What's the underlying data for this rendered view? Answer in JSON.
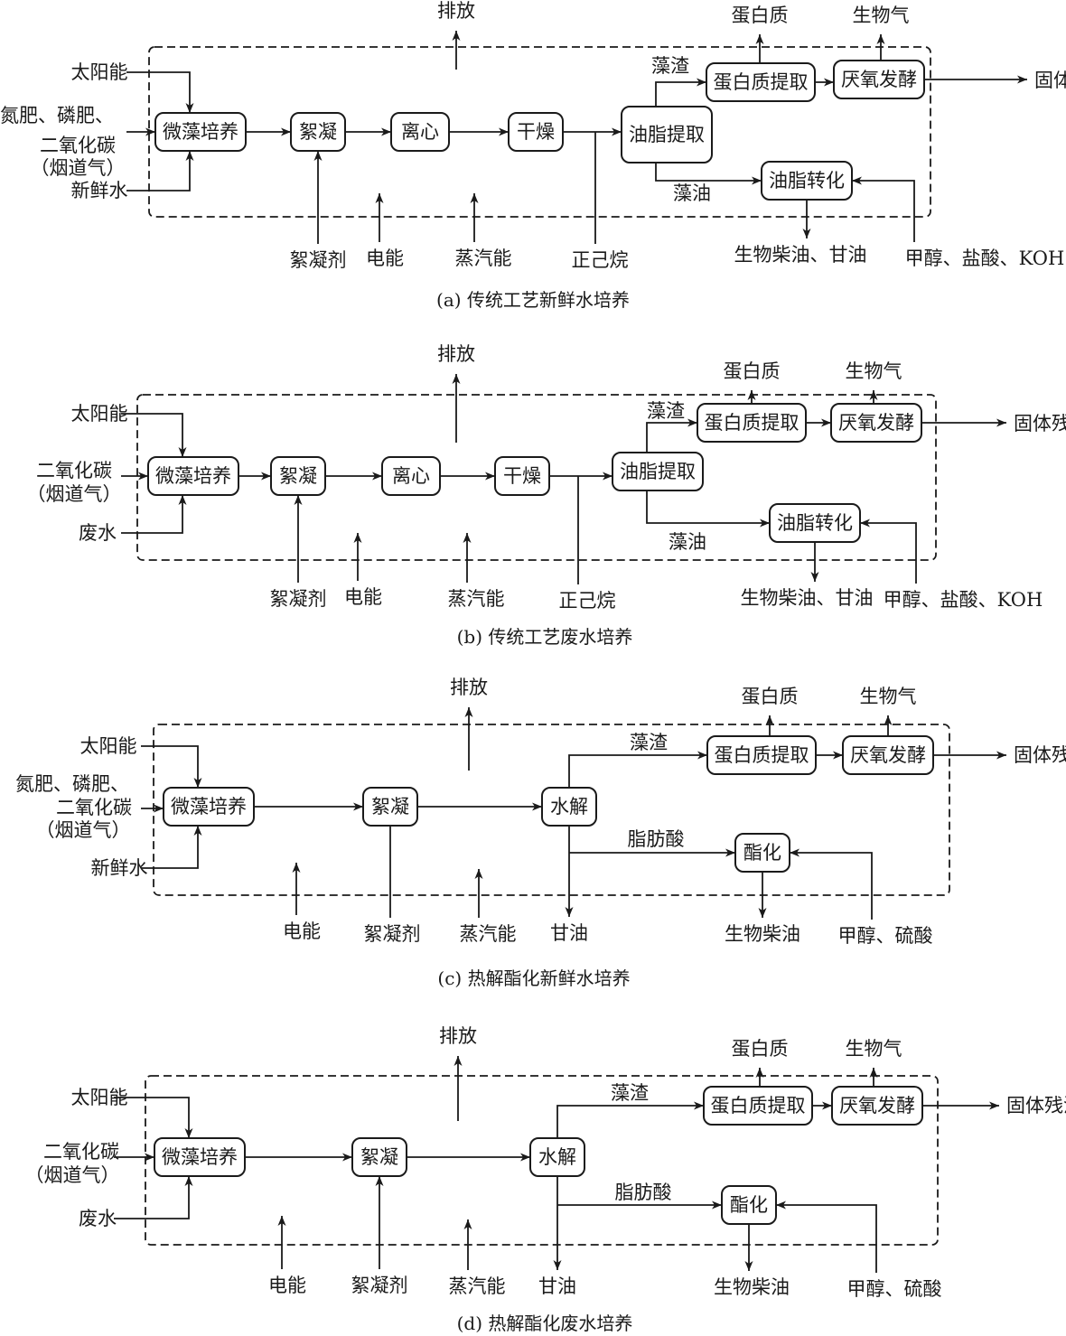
{
  "title": "微藻生物柴油工艺流程对比",
  "panels": [
    {
      "id": "a",
      "caption": "(a) 传统工艺新鲜水培养",
      "emission": "排放",
      "inputs_left": {
        "solar": "太阳能",
        "nutrients": [
          "氮肥、磷肥、",
          "二氧化碳",
          "（烟道气）"
        ],
        "water": "新鲜水"
      },
      "steps": [
        "微藻培养",
        "絮凝",
        "离心",
        "干燥",
        "油脂提取"
      ],
      "branch_top": {
        "stream": "藻渣",
        "steps": [
          "蛋白质提取",
          "厌氧发酵"
        ],
        "outputs": [
          "蛋白质",
          "生物气",
          "固体残渣"
        ]
      },
      "branch_bottom": {
        "stream": "藻油",
        "step": "油脂转化",
        "output": "生物柴油、甘油",
        "reagents": "甲醇、盐酸、KOH"
      },
      "inputs_bottom": [
        "絮凝剂",
        "电能",
        "蒸汽能",
        "正己烷"
      ]
    },
    {
      "id": "b",
      "caption": "(b) 传统工艺废水培养",
      "emission": "排放",
      "inputs_left": {
        "solar": "太阳能",
        "nutrients": [
          "二氧化碳",
          "（烟道气）"
        ],
        "water": "废水"
      },
      "steps": [
        "微藻培养",
        "絮凝",
        "离心",
        "干燥",
        "油脂提取"
      ],
      "branch_top": {
        "stream": "藻渣",
        "steps": [
          "蛋白质提取",
          "厌氧发酵"
        ],
        "outputs": [
          "蛋白质",
          "生物气",
          "固体残渣"
        ]
      },
      "branch_bottom": {
        "stream": "藻油",
        "step": "油脂转化",
        "output": "生物柴油、甘油",
        "reagents": "甲醇、盐酸、KOH"
      },
      "inputs_bottom": [
        "絮凝剂",
        "电能",
        "蒸汽能",
        "正己烷"
      ]
    },
    {
      "id": "c",
      "caption": "(c) 热解酯化新鲜水培养",
      "emission": "排放",
      "inputs_left": {
        "solar": "太阳能",
        "nutrients": [
          "氮肥、磷肥、",
          "二氧化碳",
          "（烟道气）"
        ],
        "water": "新鲜水"
      },
      "steps": [
        "微藻培养",
        "絮凝",
        "水解"
      ],
      "branch_top": {
        "stream": "藻渣",
        "steps": [
          "蛋白质提取",
          "厌氧发酵"
        ],
        "outputs": [
          "蛋白质",
          "生物气",
          "固体残渣"
        ]
      },
      "branch_bottom": {
        "stream": "脂肪酸",
        "step": "酯化",
        "output": "生物柴油",
        "reagents": "甲醇、硫酸"
      },
      "byproduct": "甘油",
      "inputs_bottom": [
        "电能",
        "絮凝剂",
        "蒸汽能"
      ]
    },
    {
      "id": "d",
      "caption": "(d) 热解酯化废水培养",
      "emission": "排放",
      "inputs_left": {
        "solar": "太阳能",
        "nutrients": [
          "二氧化碳",
          "（烟道气）"
        ],
        "water": "废水"
      },
      "steps": [
        "微藻培养",
        "絮凝",
        "水解"
      ],
      "branch_top": {
        "stream": "藻渣",
        "steps": [
          "蛋白质提取",
          "厌氧发酵"
        ],
        "outputs": [
          "蛋白质",
          "生物气",
          "固体残渣"
        ]
      },
      "branch_bottom": {
        "stream": "脂肪酸",
        "step": "酯化",
        "output": "生物柴油",
        "reagents": "甲醇、硫酸"
      },
      "byproduct": "甘油",
      "inputs_bottom": [
        "电能",
        "絮凝剂",
        "蒸汽能"
      ]
    }
  ]
}
